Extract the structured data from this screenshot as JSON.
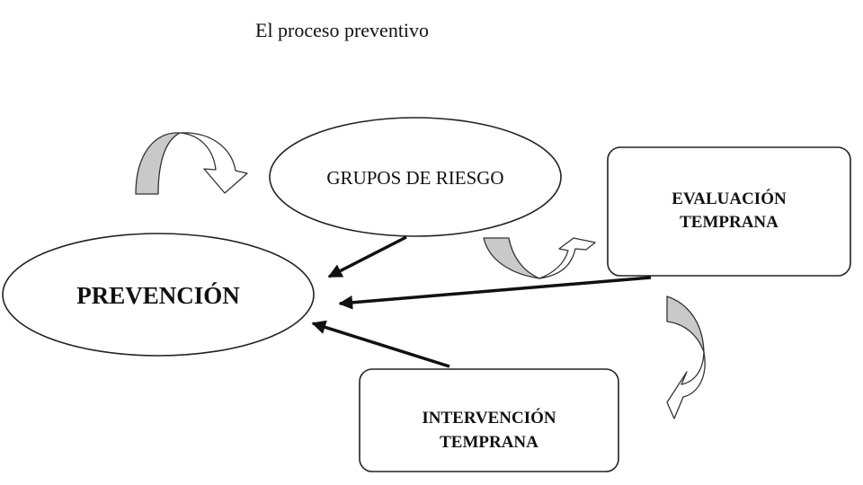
{
  "title": "El proceso preventivo",
  "nodes": {
    "prevencion": "PREVENCIÓN",
    "grupos_riesgo": "GRUPOS DE RIESGO",
    "evaluacion_line1": "EVALUACIÓN",
    "evaluacion_line2": "TEMPRANA",
    "intervencion_line1": "INTERVENCIÓN",
    "intervencion_line2": "TEMPRANA"
  },
  "colors": {
    "cycle_arrow_shade": "#c9c9c9",
    "stroke": "#222222"
  }
}
